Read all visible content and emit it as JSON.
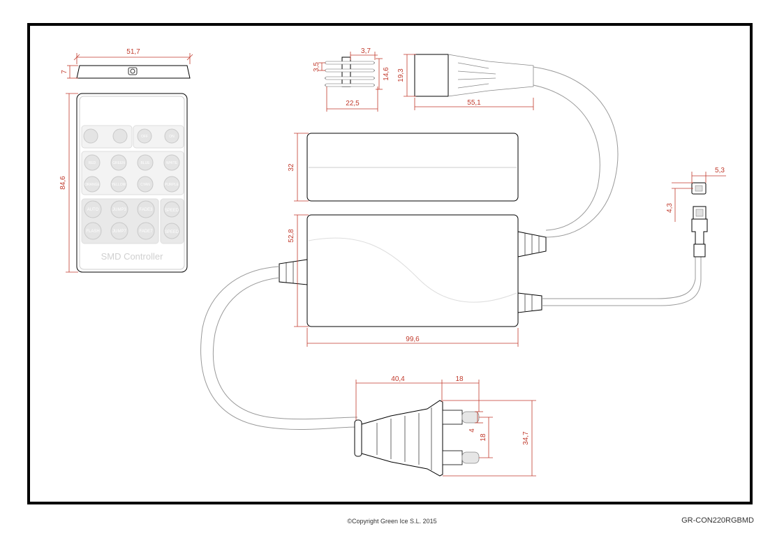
{
  "dimensions": {
    "remote_width": "51,7",
    "remote_thickness": "7",
    "remote_height": "84,6",
    "pin_pitch": "3,7",
    "pin_spacing": "3,5",
    "pin_header_height": "14,6",
    "pin_header_length": "22,5",
    "connector_height": "19,3",
    "connector_length": "55,1",
    "box_thickness": "32",
    "box_height": "52,8",
    "box_length": "99,6",
    "receiver_width": "5,3",
    "receiver_height": "4,3",
    "plug_body_length": "40,4",
    "plug_pin_length": "18",
    "plug_pin_diameter": "4",
    "plug_pin_spacing": "18",
    "plug_height": "34,7"
  },
  "remote": {
    "title": "SMD  Controller",
    "color_buttons": [
      "RED",
      "GREEN",
      "BLUE",
      "WHITE",
      "ORANGE",
      "YELLOW",
      "CYAN",
      "PURPLE"
    ],
    "mode_buttons": [
      "AUTO",
      "JUMP3",
      "FADE3",
      "FLASH",
      "JUMP7",
      "FADE7"
    ],
    "speed_label": "SPEED",
    "off_label": "OFF",
    "on_label": "ON"
  },
  "footer": {
    "copyright": "©Copyright Green Ice S.L. 2015",
    "model_code": "GR-CON220RGBMD"
  }
}
